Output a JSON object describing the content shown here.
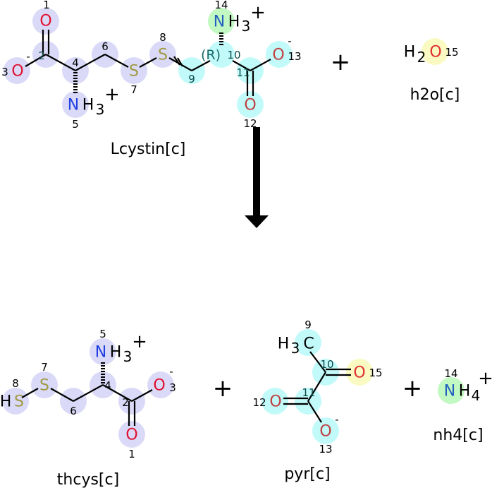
{
  "colors": {
    "mol1": "#dadaf8",
    "cyan": "#c2fafa",
    "green": "#c2f8c2",
    "yellow": "#fafac2",
    "O": "#e0102f",
    "N": "#2040e0",
    "S": "#a09a40"
  },
  "reaction": {
    "reactants": [
      {
        "name": "Lcystin[c]",
        "atoms": {
          "O1": "O",
          "n1": "1",
          "n2": "2",
          "O3": "O",
          "n3": "3",
          "c3": "-",
          "n4": "4",
          "N5": "N",
          "H5": "H",
          "s5": "3",
          "c5": "+",
          "n5": "5",
          "n6": "6",
          "S7": "S",
          "n7": "7",
          "S8": "S",
          "n8": "8",
          "n9": "9",
          "R10": "(R)",
          "n10": "10",
          "n11": "11",
          "O12": "O",
          "n12": "12",
          "O13": "O",
          "n13": "13",
          "c13": "-",
          "N14": "N",
          "H14": "H",
          "s14": "3",
          "c14": "+",
          "n14": "14"
        }
      },
      {
        "name": "h2o[c]",
        "atoms": {
          "H": "H",
          "s": "2",
          "O15": "O",
          "n15": "15"
        }
      }
    ],
    "plus": "+",
    "products": [
      {
        "name": "thcys[c]",
        "atoms": {
          "H8": "H",
          "S8": "S",
          "n8": "8",
          "S7": "S",
          "n7": "7",
          "n6": "6",
          "n4": "4",
          "N5": "N",
          "H5": "H",
          "s5": "3",
          "c5": "+",
          "n5": "5",
          "n2": "2",
          "O1": "O",
          "n1": "1",
          "O3": "O",
          "n3": "3",
          "c3": "-"
        }
      },
      {
        "name": "pyr[c]",
        "atoms": {
          "H9": "H",
          "s9": "3",
          "C9": "C",
          "n9": "9",
          "n10": "10",
          "O15": "O",
          "n15": "15",
          "n11": "11",
          "O12": "O",
          "n12": "12",
          "O13": "O",
          "n13": "13",
          "c13": "-"
        }
      },
      {
        "name": "nh4[c]",
        "atoms": {
          "N14": "N",
          "H14": "H",
          "s14": "4",
          "c14": "+",
          "n14": "14"
        }
      }
    ]
  }
}
